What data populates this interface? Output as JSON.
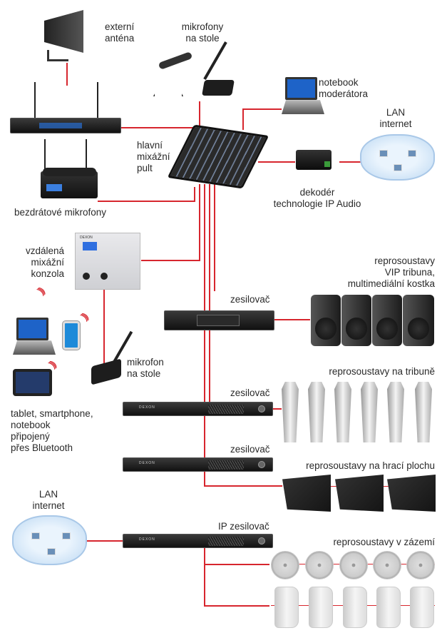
{
  "colors": {
    "connection": "#d7262e",
    "background": "#ffffff",
    "text": "#2a2a2a"
  },
  "labels": {
    "antenna": [
      "externí",
      "anténa"
    ],
    "table_mics": [
      "mikrofony",
      "na stole"
    ],
    "moderator_notebook": [
      "notebook",
      "moderátora"
    ],
    "lan_top": [
      "LAN",
      "internet"
    ],
    "main_mixer": [
      "hlavní",
      "mixážní",
      "pult"
    ],
    "decoder": [
      "dekodér",
      "technologie IP Audio"
    ],
    "wireless_mics": "bezdrátové mikrofony",
    "remote_console": [
      "vzdálená",
      "mixážní",
      "konzola"
    ],
    "vip_speakers": [
      "reprosoustavy",
      "VIP tribuna,",
      "multimediální kostka"
    ],
    "amp1": "zesilovač",
    "table_mic": [
      "mikrofon",
      "na stole"
    ],
    "tribune_speakers": "reprosoustavy na tribuně",
    "bluetooth_devices": [
      "tablet, smartphone,",
      "notebook",
      "připojený",
      "přes Bluetooth"
    ],
    "amp2": "zesilovač",
    "amp3": "zesilovač",
    "field_speakers": "reprosoustavy na hrací plochu",
    "lan_bottom": [
      "LAN",
      "internet"
    ],
    "ip_amp": "IP zesilovač",
    "backstage_speakers": "reprosoustavy v zázemí"
  },
  "brand": "DEXON",
  "icons": [
    "antenna-icon",
    "wireless-receiver-icon",
    "microphone-icon",
    "gooseneck-mic-icon",
    "laptop-icon",
    "cloud-network-icon",
    "mixer-icon",
    "decoder-icon",
    "wall-panel-icon",
    "smartphone-icon",
    "tablet-icon",
    "amplifier-icon",
    "pa-speaker-icon",
    "column-speaker-icon",
    "horn-speaker-icon",
    "ceiling-speaker-icon",
    "wall-speaker-icon"
  ]
}
